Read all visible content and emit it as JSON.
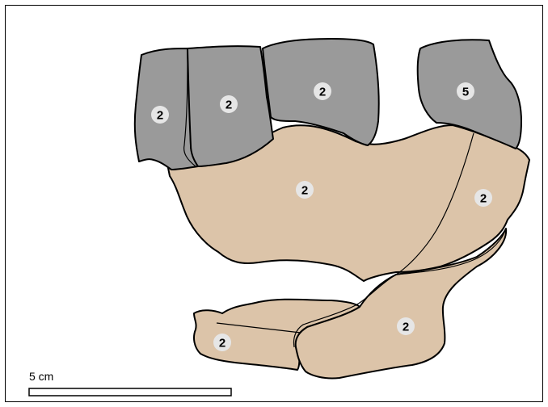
{
  "colors": {
    "background": "#ffffff",
    "border": "#000000",
    "grey_fragment": "#9a9a9a",
    "tan_fragment": "#dcc4a9",
    "label_disc": "#e6e6e6"
  },
  "scale_bar": {
    "label": "5 cm"
  },
  "fragments": [
    {
      "id": "grey-a",
      "label": "2"
    },
    {
      "id": "grey-b",
      "label": "2"
    },
    {
      "id": "grey-c",
      "label": "2"
    },
    {
      "id": "grey-d",
      "label": "5"
    },
    {
      "id": "tan-main",
      "label": "2"
    },
    {
      "id": "tan-right",
      "label": "2"
    },
    {
      "id": "tan-lower-left",
      "label": "2"
    },
    {
      "id": "tan-lower-right",
      "label": "2"
    }
  ]
}
